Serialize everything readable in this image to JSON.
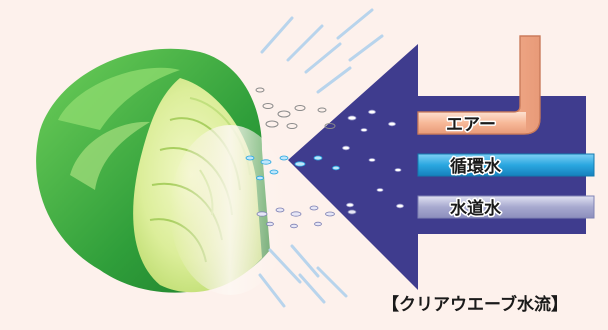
{
  "labels": {
    "air": "エアー",
    "circulating_water": "循環水",
    "tap_water": "水道水"
  },
  "caption": "【クリアウエーブ水流】",
  "colors": {
    "background": "#fdf1ec",
    "arrow": "#3f3c8e",
    "air_pipe": "#f5b89a",
    "circulating_pipe": "#2aa7e0",
    "tap_pipe": "#a7a9cf",
    "cabbage_outer": "#2f9e3a",
    "cabbage_inner": "#d4ea8a"
  },
  "icons": [
    "cabbage-illustration",
    "water-stream-arrow",
    "air-pipe",
    "circulating-water-pipe",
    "tap-water-pipe",
    "bubbles",
    "spray-lines"
  ]
}
